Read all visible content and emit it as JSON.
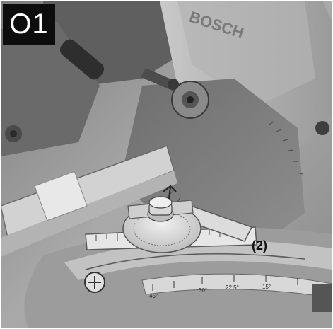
{
  "step_badge": "O1",
  "blade_brand": "BOSCH",
  "callout_label": "(2)",
  "scale_labels": [
    "45°",
    "30°",
    "22.5°",
    "15°"
  ],
  "colors": {
    "badge_background": "#0d0d0d",
    "badge_text": "#ffffff",
    "illustration_tone": "#9a9a9a"
  }
}
